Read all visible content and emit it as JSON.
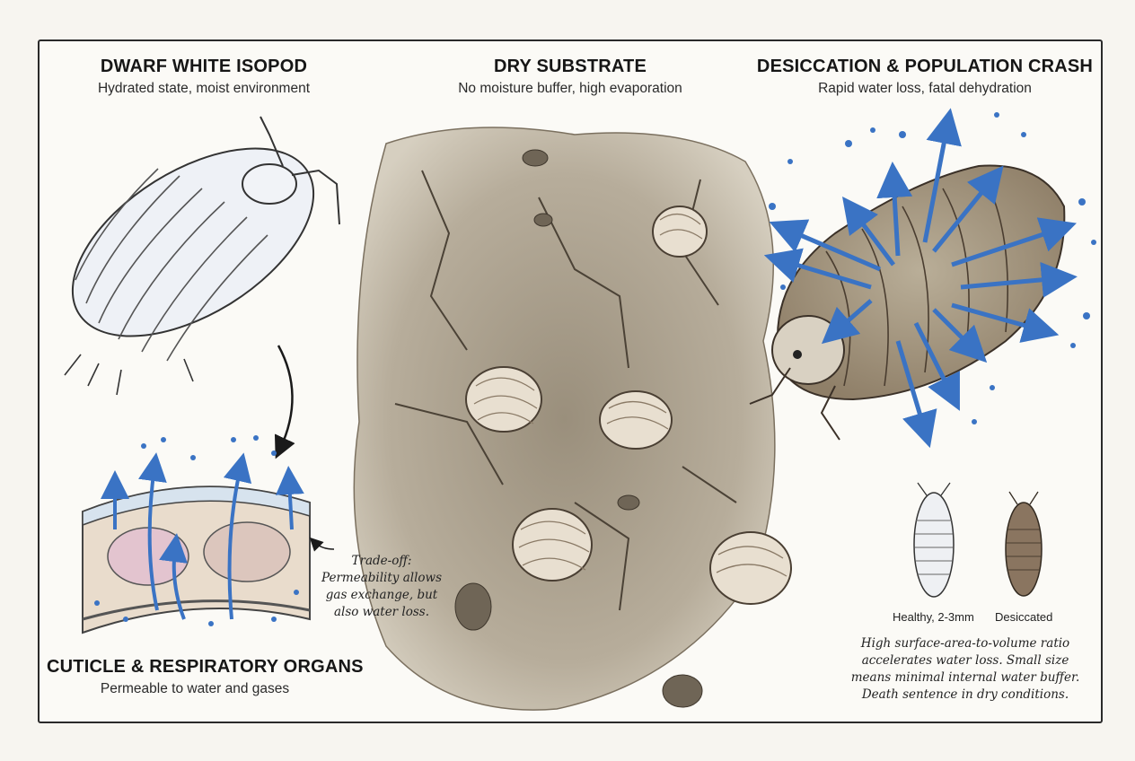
{
  "panels": {
    "isopod": {
      "title": "DWARF WHITE ISOPOD",
      "subtitle": "Hydrated state, moist environment"
    },
    "substrate": {
      "title": "DRY SUBSTRATE",
      "subtitle": "No moisture buffer, high evaporation"
    },
    "crash": {
      "title": "DESICCATION & POPULATION CRASH",
      "subtitle": "Rapid water loss, fatal dehydration"
    },
    "cuticle": {
      "title": "CUTICLE & RESPIRATORY ORGANS",
      "subtitle": "Permeable to water and gases"
    }
  },
  "notes": {
    "tradeoff": [
      "Trade-off:",
      "Permeability allows",
      "gas exchange, but",
      "also water loss."
    ],
    "surface": [
      "High surface-area-to-volume ratio",
      "accelerates water loss. Small size",
      "means minimal internal water buffer.",
      "Death sentence in dry conditions."
    ]
  },
  "comparison": {
    "healthy_label": "Healthy, 2-3mm",
    "desiccated_label": "Desiccated"
  },
  "colors": {
    "water_arrow": "#3a73c4",
    "soil": "#a39886",
    "isopod_healthy": "#eef1f6",
    "isopod_dry": "#8a7560"
  }
}
